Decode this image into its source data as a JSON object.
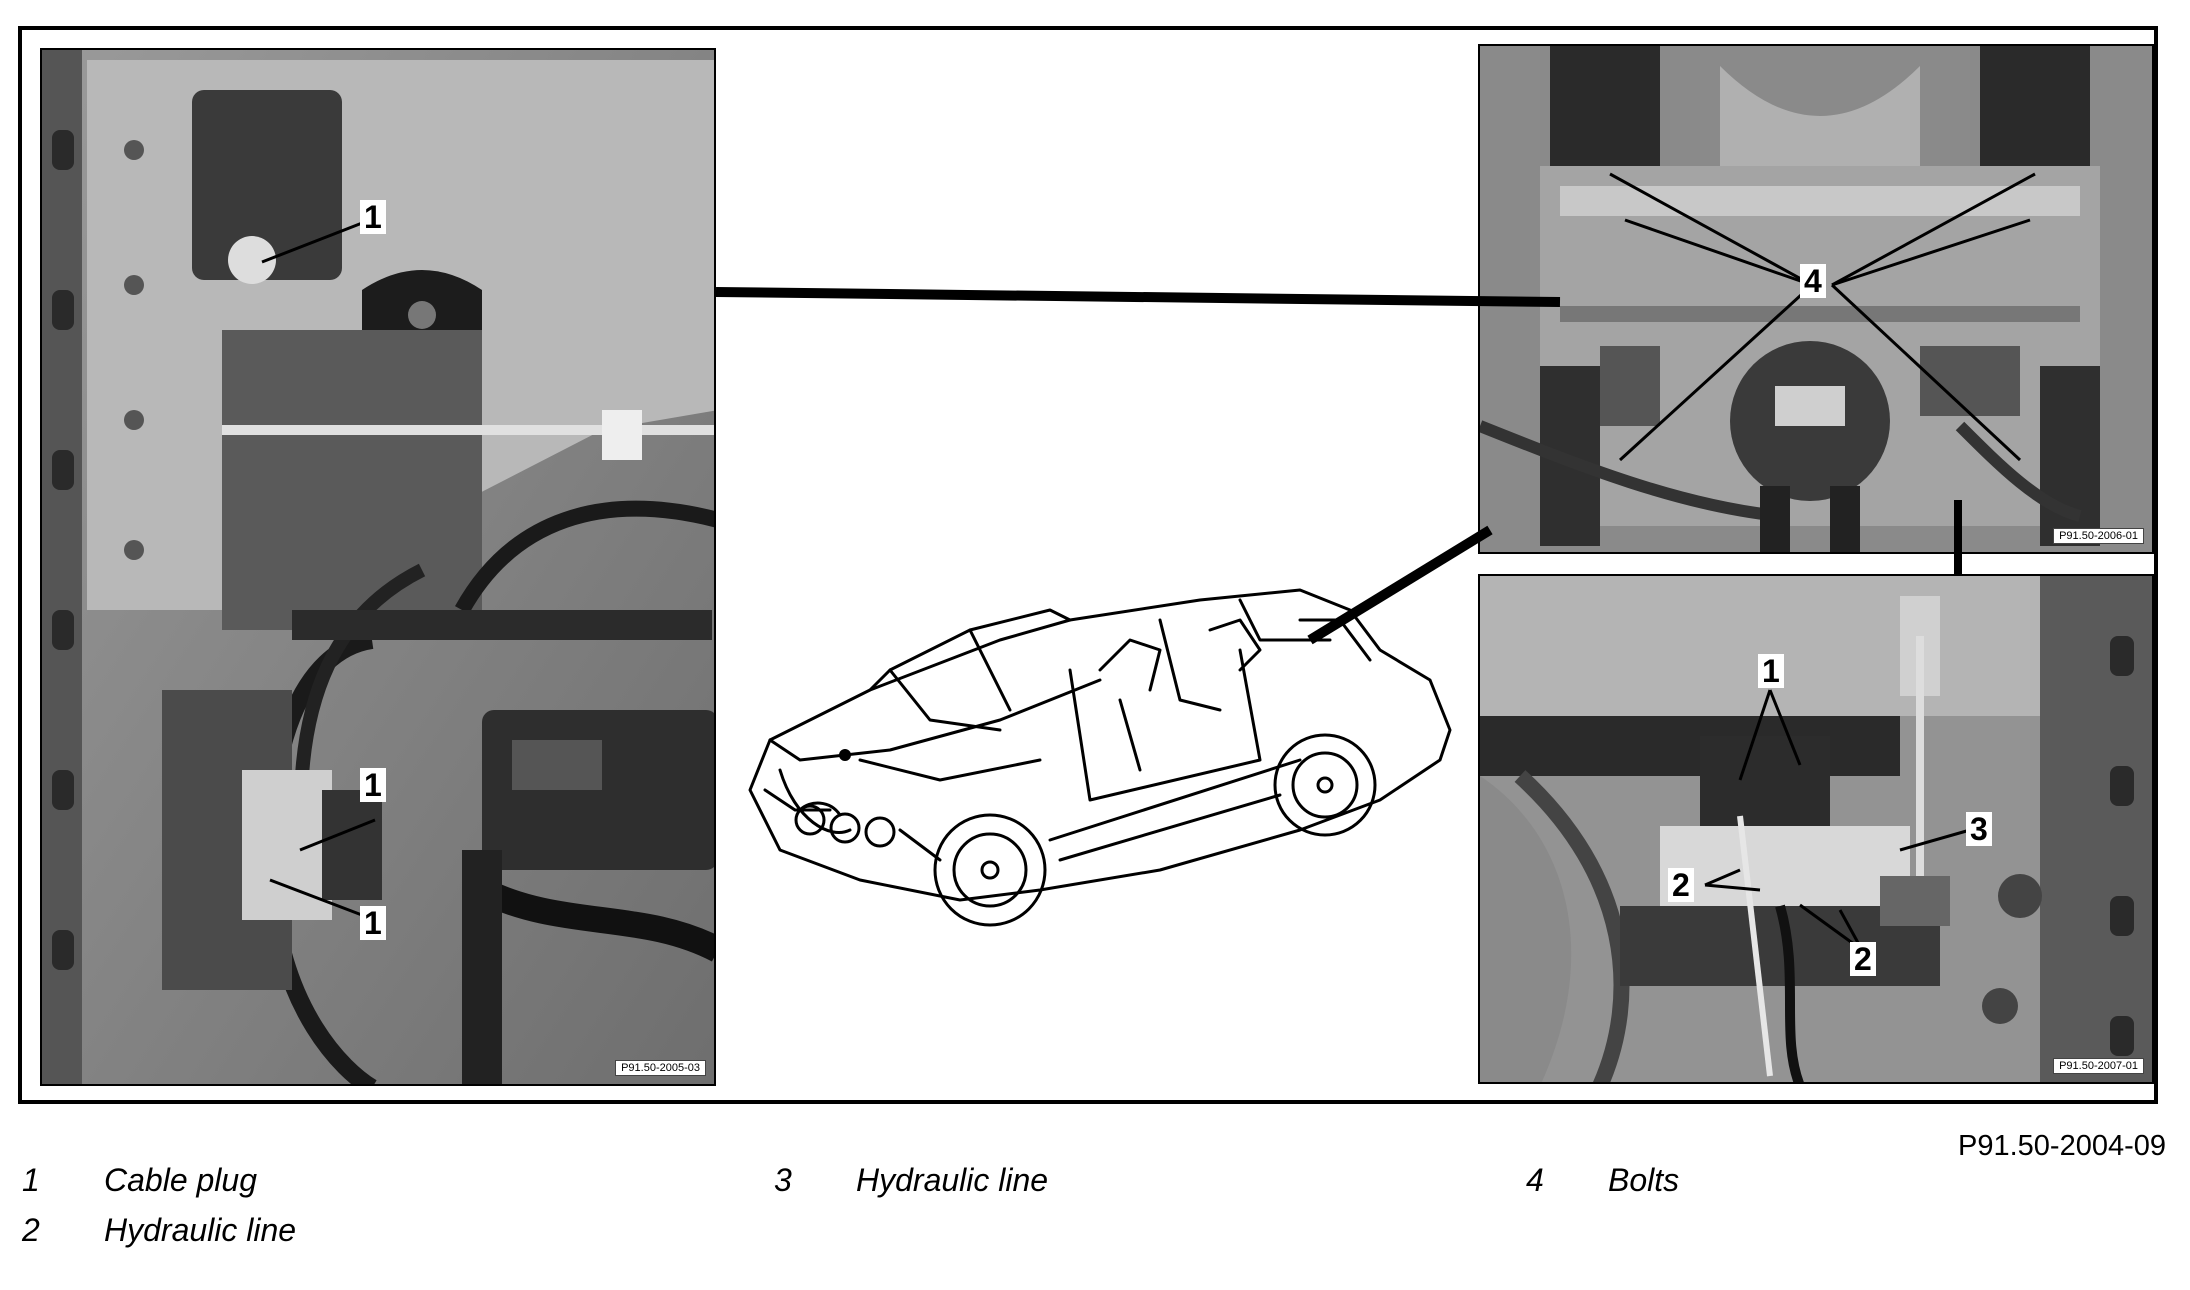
{
  "figure": {
    "code": "P91.50-2004-09",
    "photos": {
      "left": {
        "code": "P91.50-2005-03",
        "callouts": [
          "1",
          "1",
          "1"
        ]
      },
      "top_right": {
        "code": "P91.50-2006-01",
        "callouts": [
          "4"
        ]
      },
      "bottom_right": {
        "code": "P91.50-2007-01",
        "callouts": [
          "1",
          "2",
          "2",
          "3"
        ]
      }
    }
  },
  "legend": [
    {
      "num": "1",
      "text": "Cable plug"
    },
    {
      "num": "2",
      "text": "Hydraulic line"
    },
    {
      "num": "3",
      "text": "Hydraulic line"
    },
    {
      "num": "4",
      "text": "Bolts"
    }
  ]
}
